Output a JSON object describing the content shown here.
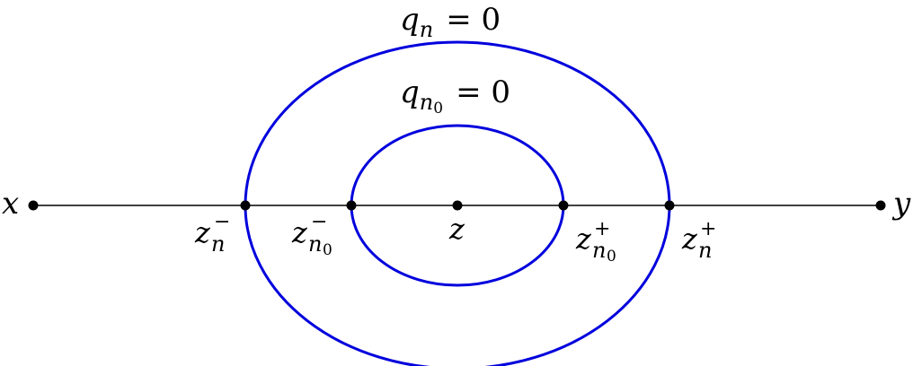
{
  "colors": {
    "curve": "#0000dd",
    "line": "#000000",
    "point": "#000000",
    "background": "#ffffff"
  },
  "curves": {
    "outer": {
      "var": "q",
      "sub": "n",
      "subsub": "",
      "eq": "= 0"
    },
    "inner": {
      "var": "q",
      "sub": "n",
      "subsub": "0",
      "eq": "= 0"
    }
  },
  "points": {
    "x": {
      "label": "x"
    },
    "zn_minus": {
      "base": "z",
      "sup": "−",
      "sub": "n",
      "subsub": ""
    },
    "zn0_minus": {
      "base": "z",
      "sup": "−",
      "sub": "n",
      "subsub": "0"
    },
    "z": {
      "label": "z"
    },
    "zn0_plus": {
      "base": "z",
      "sup": "+",
      "sub": "n",
      "subsub": "0"
    },
    "zn_plus": {
      "base": "z",
      "sup": "+",
      "sub": "n",
      "subsub": ""
    },
    "y": {
      "label": "y"
    }
  }
}
